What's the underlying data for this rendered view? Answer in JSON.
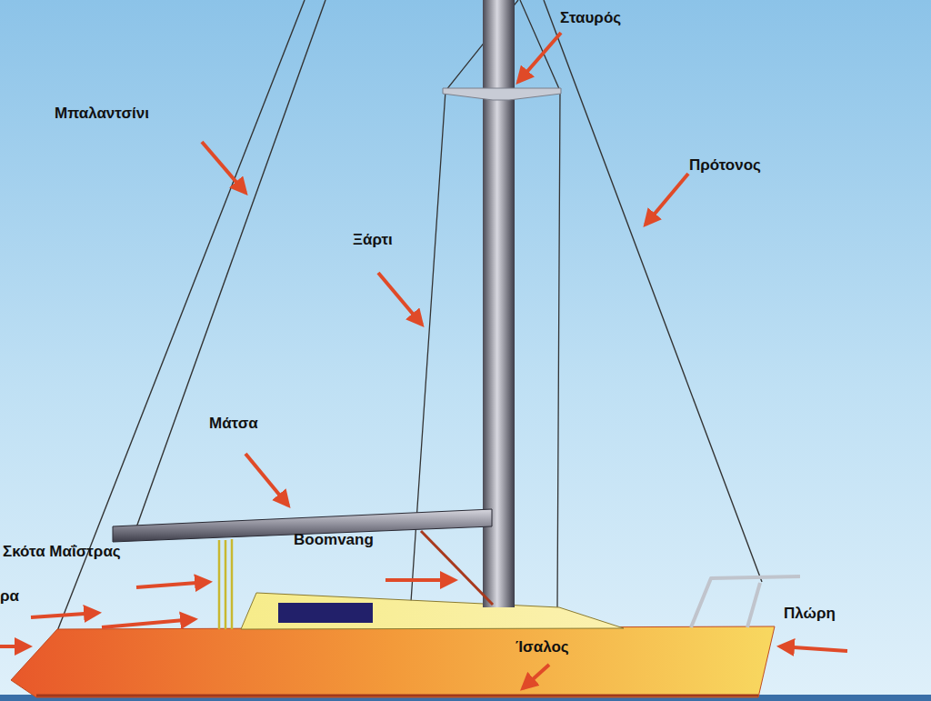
{
  "diagram": {
    "labels": [
      "Σταυρός",
      "Μπαλαντσίνι",
      "Πρότονος",
      "Ξάρτι",
      "Μάτσα",
      "Σκότα Μαΐστρας",
      "ρα",
      "Boomvang",
      "Πλώρη",
      "Ίσαλος"
    ]
  }
}
